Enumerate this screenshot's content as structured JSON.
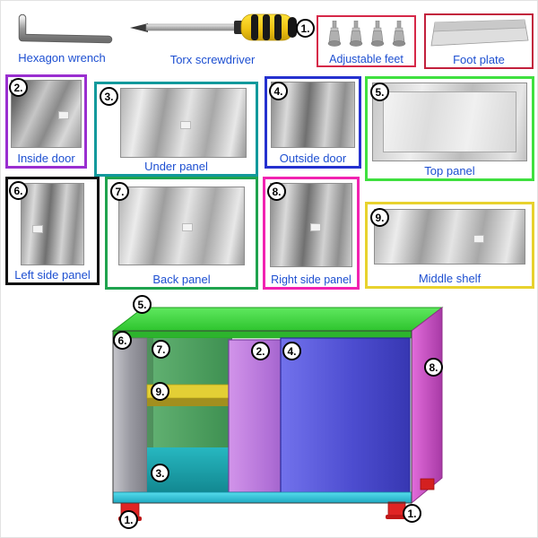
{
  "colors": {
    "label_text": "#1d4fd1",
    "badge_border": "#111111",
    "cabinet": {
      "top_panel_green": "#3fd43f",
      "left_side_gray": "#a9a9b0",
      "back_panel_green": "#4aa15e",
      "middle_shelf_yellow": "#dcc832",
      "under_panel_teal": "#1a9fa8",
      "inside_door_purple": "#b06fd6",
      "outside_door_blue": "#4d4dd0",
      "right_side_magenta": "#c653bc",
      "bottom_rail_cyan": "#38cde0",
      "feet_red": "#e02424"
    }
  },
  "tools": [
    {
      "label": "Hexagon wrench"
    },
    {
      "label": "Torx screwdriver"
    }
  ],
  "parts": [
    {
      "num": "1.",
      "label": "Adjustable feet",
      "border": "#d62848"
    },
    {
      "num": "",
      "label": "Foot plate",
      "border": "#c2203c"
    },
    {
      "num": "2.",
      "label": "Inside door",
      "border": "#9a2fd0"
    },
    {
      "num": "3.",
      "label": "Under panel",
      "border": "#12999c"
    },
    {
      "num": "4.",
      "label": "Outside door",
      "border": "#2531cf"
    },
    {
      "num": "5.",
      "label": "Top panel",
      "border": "#3fe03f"
    },
    {
      "num": "6.",
      "label": "Left side panel",
      "border": "#101010"
    },
    {
      "num": "7.",
      "label": "Back panel",
      "border": "#1fa34e"
    },
    {
      "num": "8.",
      "label": "Right side panel",
      "border": "#f122b1"
    },
    {
      "num": "9.",
      "label": "Middle shelf",
      "border": "#e8d22e"
    }
  ],
  "assembly": {
    "callouts": [
      "5.",
      "6.",
      "7.",
      "2.",
      "4.",
      "8.",
      "9.",
      "3.",
      "1.",
      "1."
    ]
  }
}
